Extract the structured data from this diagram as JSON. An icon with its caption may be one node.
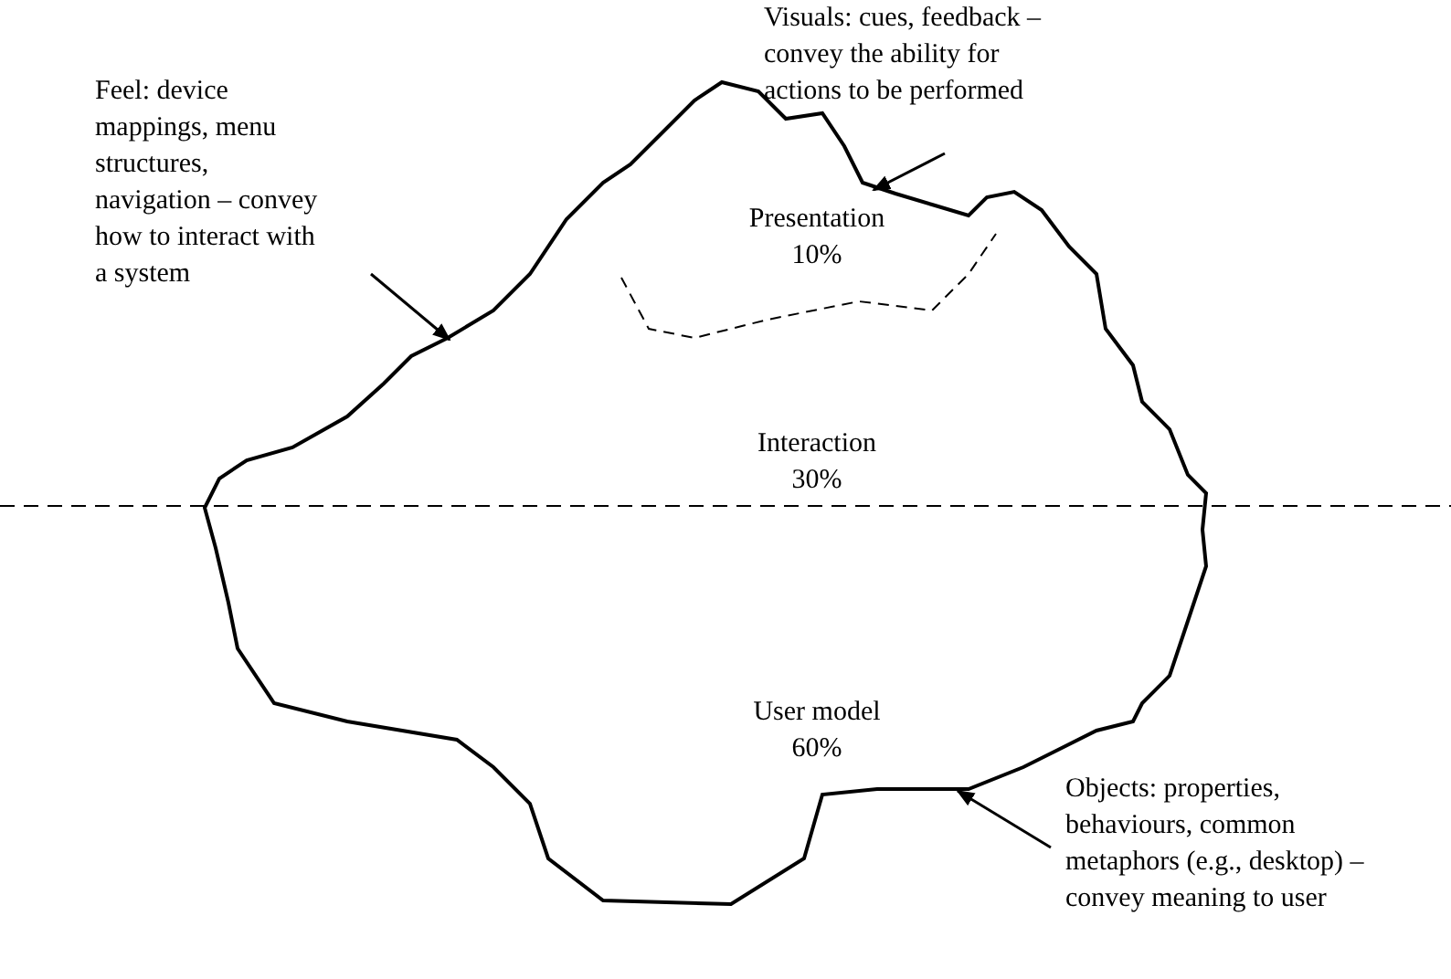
{
  "diagram": {
    "nodes": [
      {
        "text": [
          "Visuals: cues, feedback – convey the ability for actions to be performed"
        ]
      },
      {
        "text": [
          "Feel: device mappings, menu structures, navigation – convey how to interact with a system"
        ]
      },
      {
        "text": [],
        "shape": "cloud"
      },
      {
        "text": [
          "Presentation 10%"
        ],
        "in": 2
      },
      {
        "text": [
          "Interaction 30%"
        ],
        "in": 2
      },
      {
        "text": [
          "User model 60%"
        ],
        "in": 2
      },
      {
        "text": [
          "Objects: properties, behaviours, common metaphors (e.g., desktop) – convey meaning to user"
        ]
      }
    ],
    "edges": [
      {
        "from": 0,
        "to": 2,
        "arrow": "to"
      },
      {
        "from": 1,
        "to": 2,
        "arrow": "to"
      },
      {
        "from": 6,
        "to": 2,
        "arrow": "to"
      }
    ]
  }
}
